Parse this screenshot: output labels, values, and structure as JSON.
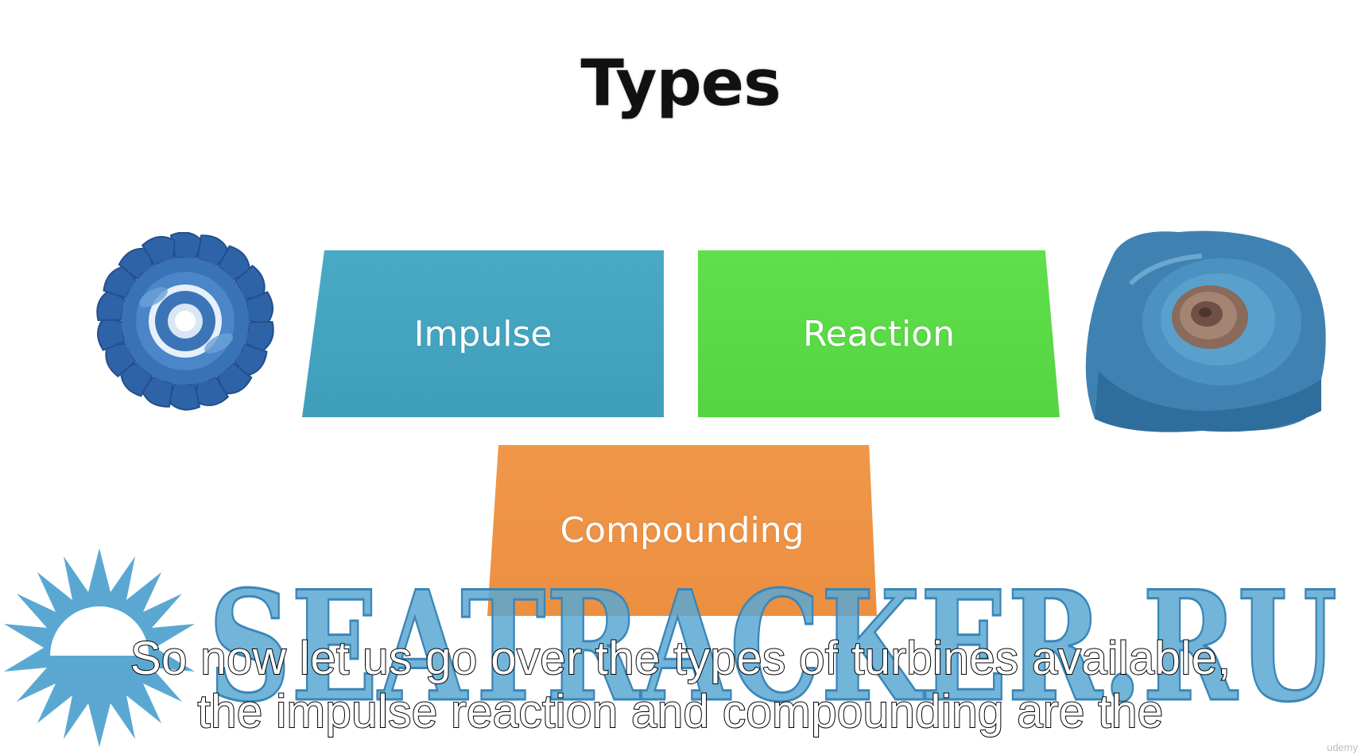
{
  "slide": {
    "title": "Types",
    "boxes": {
      "impulse": "Impulse",
      "reaction": "Reaction",
      "compounding": "Compounding"
    },
    "colors": {
      "impulse": "#45a5c0",
      "reaction": "#5adb46",
      "compounding": "#ee9345"
    }
  },
  "watermark": {
    "text": "SEATRACKER.RU",
    "color": "#5aa8d2",
    "icon": "sun-burst-icon"
  },
  "subtitles": {
    "line1": "So now let us go over the types of turbines available,",
    "line2": "the impulse reaction and compounding are the"
  },
  "corner_mark": "udemy"
}
